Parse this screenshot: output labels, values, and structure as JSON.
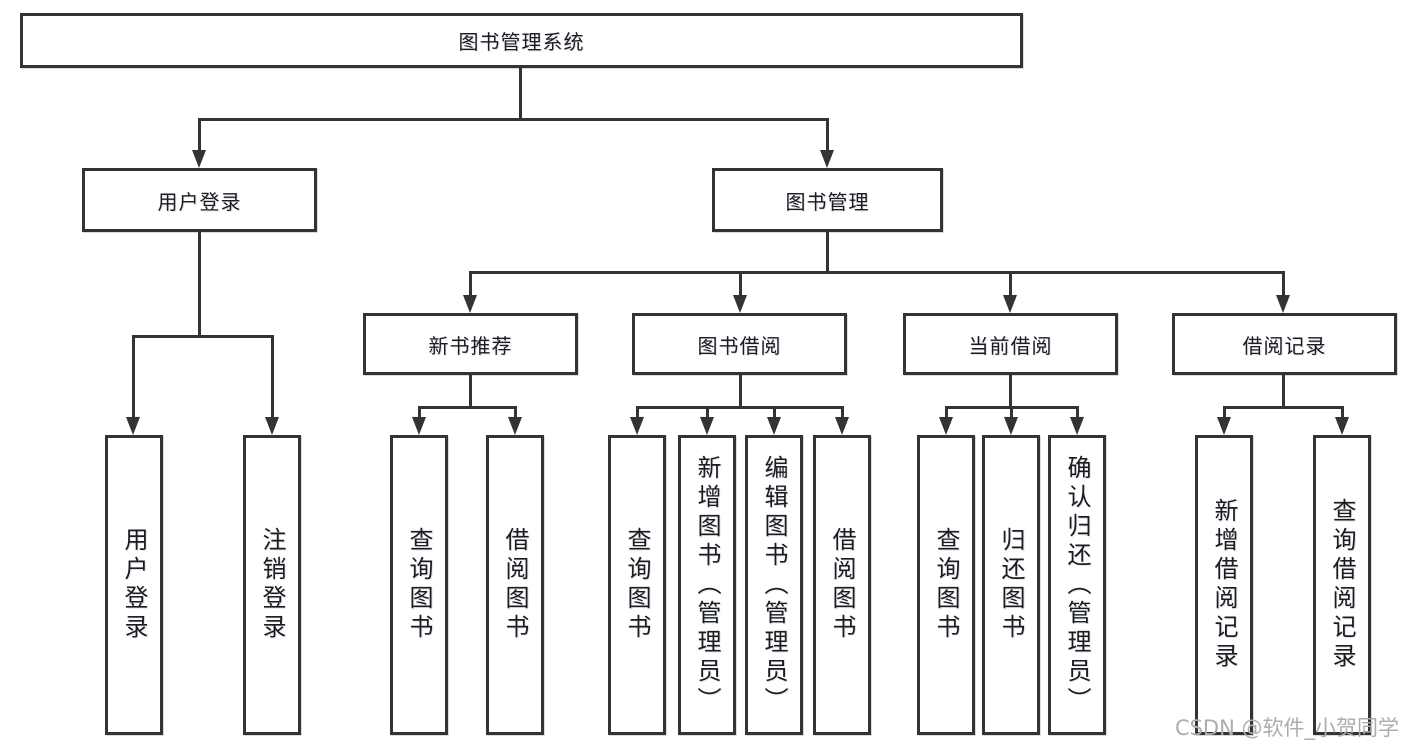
{
  "diagram": {
    "root": {
      "label": "图书管理系统"
    },
    "branches": [
      {
        "label": "用户登录",
        "leaves": [
          "用户登录",
          "注销登录"
        ]
      },
      {
        "label": "图书管理",
        "children": [
          {
            "label": "新书推荐",
            "leaves": [
              "查询图书",
              "借阅图书"
            ]
          },
          {
            "label": "图书借阅",
            "leaves": [
              "查询图书",
              "新增图书（管理员）",
              "编辑图书（管理员）",
              "借阅图书"
            ]
          },
          {
            "label": "当前借阅",
            "leaves": [
              "查询图书",
              "归还图书",
              "确认归还（管理员）"
            ]
          },
          {
            "label": "借阅记录",
            "leaves": [
              "新增借阅记录",
              "查询借阅记录"
            ]
          }
        ]
      }
    ]
  },
  "watermark": {
    "text": "CSDN @软件_小贺同学"
  },
  "colors": {
    "line": "#333333",
    "text": "#1c1c1c",
    "watermark": "#adadad",
    "background": "#ffffff"
  }
}
